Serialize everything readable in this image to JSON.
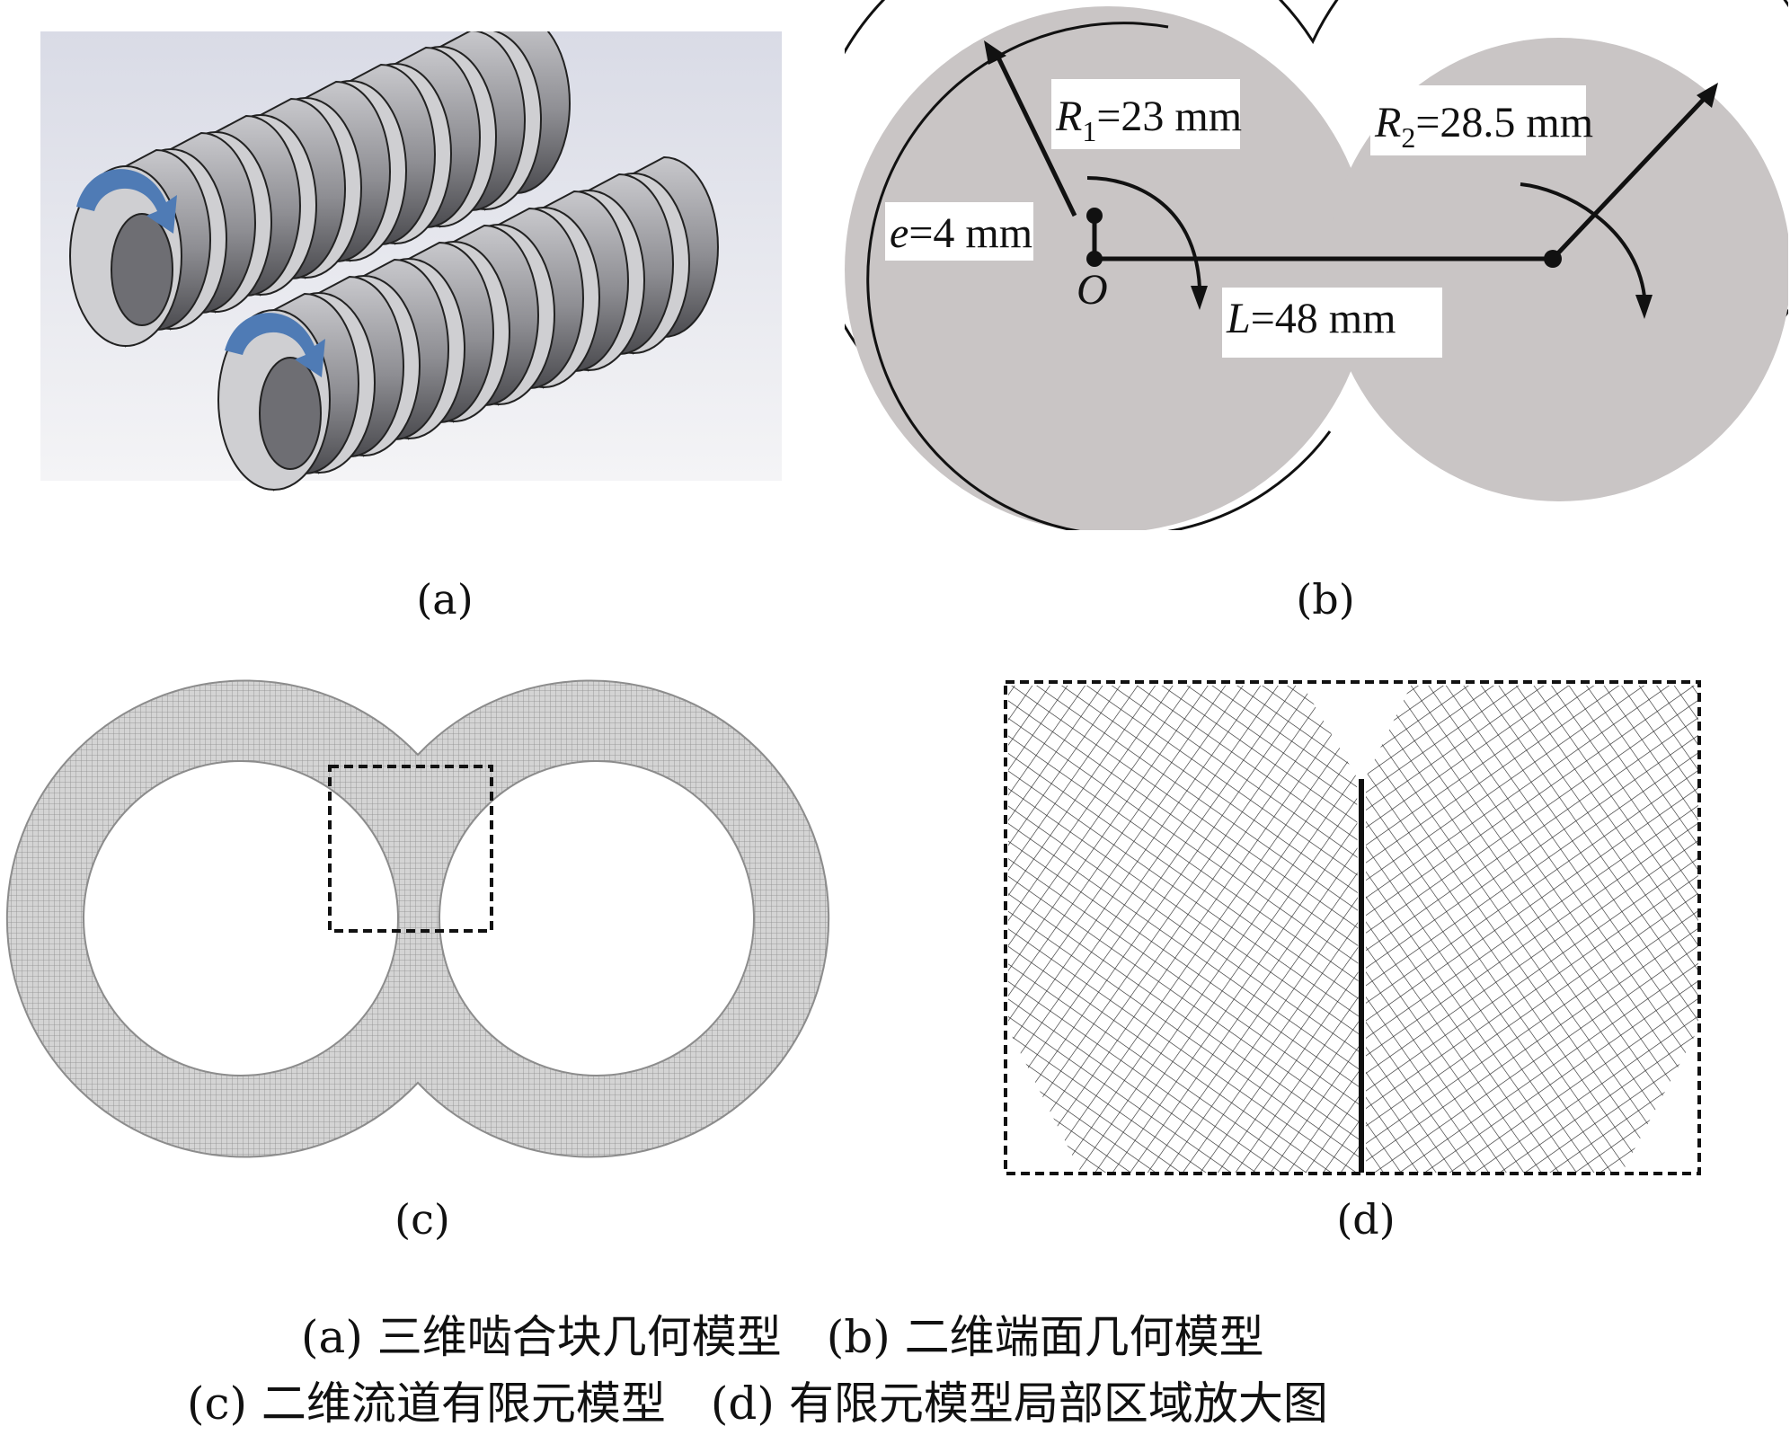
{
  "panels": {
    "a": {
      "label": "(a)"
    },
    "b": {
      "label": "(b)",
      "r1": {
        "symbol": "R",
        "sub": "1",
        "value": "=23 mm"
      },
      "r2": {
        "symbol": "R",
        "sub": "2",
        "value": "=28.5 mm"
      },
      "e": {
        "symbol": "e",
        "value": "=4 mm"
      },
      "L": {
        "symbol": "L",
        "value": "=48 mm"
      },
      "origin": "O"
    },
    "c": {
      "label": "(c)"
    },
    "d": {
      "label": "(d)"
    }
  },
  "caption": {
    "line1": "(a) 三维啮合块几何模型　(b) 二维端面几何模型",
    "line2": "(c) 二维流道有限元模型　(d) 有限元模型局部区域放大图"
  },
  "colors": {
    "gray_fill": "#c9c5c5",
    "screw_body": "#9e9ea2",
    "arrow_blue": "#4f7bb5",
    "mesh": "#8c8c8c"
  }
}
